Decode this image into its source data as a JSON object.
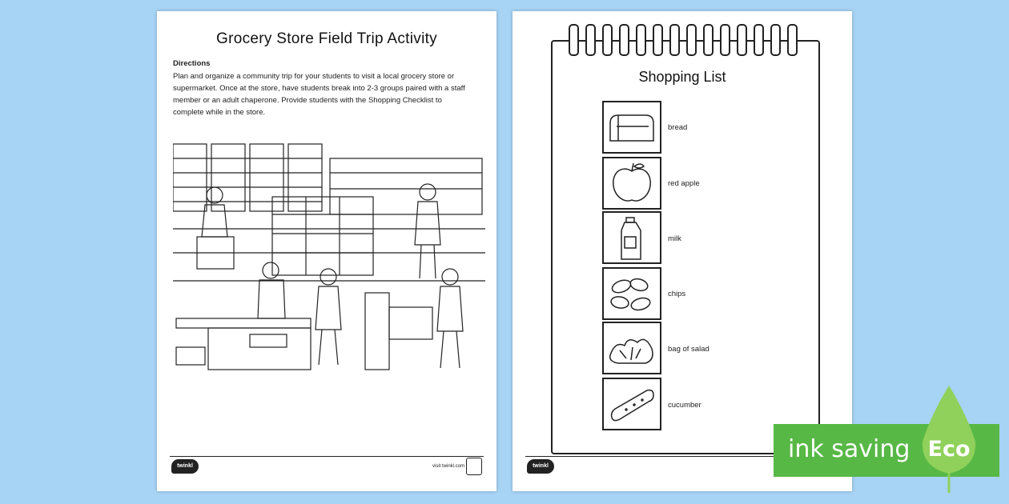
{
  "page1": {
    "title": "Grocery Store Field Trip Activity",
    "directions_heading": "Directions",
    "directions_text": "Plan and organize a community trip for your students to visit a local grocery store or supermarket. Once at the store, have students break into 2-3 groups paired with a staff member or an adult chaperone. Provide students with the Shopping Checklist to complete while in the store.",
    "footer_logo": "twinkl",
    "footer_site": "visit twinkl.com"
  },
  "page2": {
    "title": "Shopping List",
    "footer_logo": "twinkl",
    "items": [
      {
        "label": "bread",
        "icon": "bread-icon"
      },
      {
        "label": "red apple",
        "icon": "apple-icon"
      },
      {
        "label": "milk",
        "icon": "milk-icon"
      },
      {
        "label": "chips",
        "icon": "chips-icon"
      },
      {
        "label": "bag of salad",
        "icon": "salad-icon"
      },
      {
        "label": "cucumber",
        "icon": "cucumber-icon"
      }
    ]
  },
  "eco_badge": {
    "text": "ink saving",
    "leaf_text": "Eco",
    "color": "#57b845",
    "leaf_color": "#8fd15a"
  },
  "colors": {
    "background": "#a7d3f4",
    "paper": "#ffffff",
    "ink": "#222222"
  }
}
